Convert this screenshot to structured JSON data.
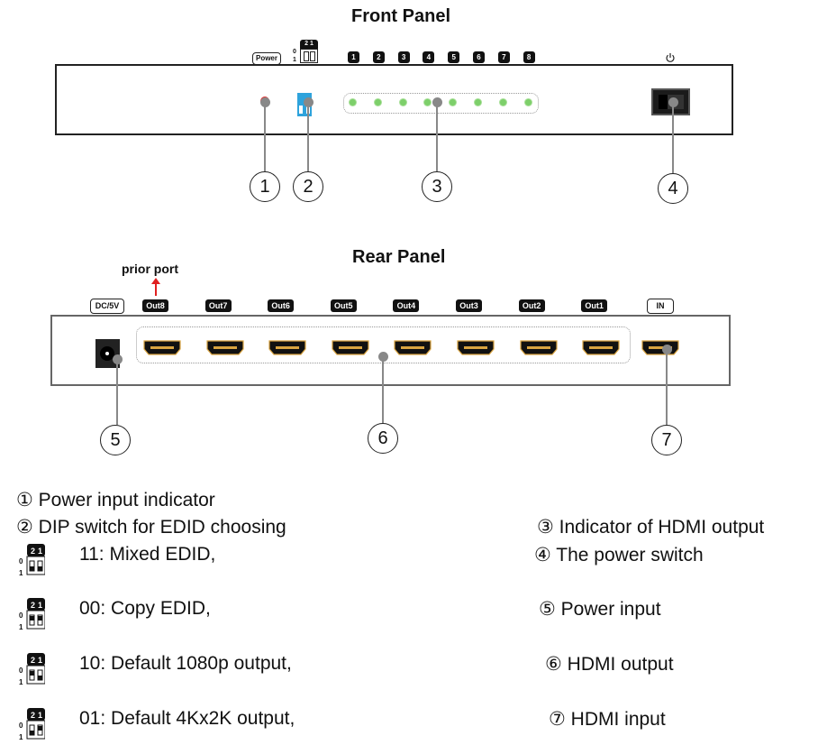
{
  "front_panel": {
    "title": "Front Panel",
    "power_label": "Power",
    "dip_header": "2 1",
    "dip_row0": "0",
    "dip_row1": "1",
    "output_numbers": [
      "1",
      "2",
      "3",
      "4",
      "5",
      "6",
      "7",
      "8"
    ],
    "power_symbol_icon": "power-icon",
    "callouts": [
      "1",
      "2",
      "3",
      "4"
    ]
  },
  "rear_panel": {
    "title": "Rear Panel",
    "prior_port_label": "prior port",
    "dc_label": "DC/5V",
    "outputs": [
      "Out8",
      "Out7",
      "Out6",
      "Out5",
      "Out4",
      "Out3",
      "Out2",
      "Out1"
    ],
    "input_label": "IN",
    "callouts": [
      "5",
      "6",
      "7"
    ]
  },
  "colors": {
    "led_green": "#7dcf6a",
    "dip_blue": "#2ea3dc",
    "arrow_red": "#e02020",
    "hdmi_gold": "#d9a441"
  },
  "legend": {
    "item1": "① Power input indicator",
    "item2": "② DIP switch for EDID choosing",
    "item3": "③ Indicator of HDMI output",
    "item4": "④ The power switch",
    "item5": "⑤ Power input",
    "item6": "⑥ HDMI output",
    "item7": "⑦ HDMI input",
    "dip_modes": [
      {
        "code": "11",
        "text": "11: Mixed EDID,",
        "switch2": "down",
        "switch1": "down"
      },
      {
        "code": "00",
        "text": "00: Copy EDID,",
        "switch2": "up",
        "switch1": "up"
      },
      {
        "code": "10",
        "text": "10: Default 1080p output,",
        "switch2": "up",
        "switch1": "down"
      },
      {
        "code": "01",
        "text": "01: Default 4Kx2K output,",
        "switch2": "down",
        "switch1": "up"
      }
    ]
  }
}
